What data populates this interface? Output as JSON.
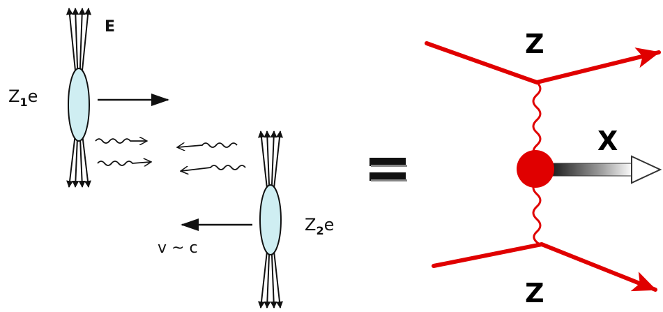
{
  "left_diagram": {
    "field_label": "E",
    "nucleus1_label": {
      "base": "Z",
      "sub": "1",
      "suffix": "e"
    },
    "nucleus2_label": {
      "base": "Z",
      "sub": "2",
      "suffix": "e"
    },
    "velocity_label": "v ~ c",
    "ellipse_fill": "#cfeef2",
    "line_color": "#111111"
  },
  "equals_sign": "=",
  "feynman_diagram": {
    "top_label": "Z",
    "bottom_label": "Z",
    "product_label": "X",
    "line_color": "#e00000"
  }
}
